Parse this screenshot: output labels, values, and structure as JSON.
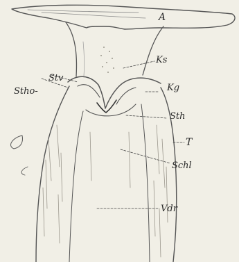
{
  "labels": {
    "A": "A",
    "Ks": "Ks",
    "Kg": "Kg",
    "Stv": "Stv",
    "Stho": "Stho-",
    "Sth": "Sth",
    "T": "T",
    "Schl": "Schl",
    "Vdr": "Vdr"
  }
}
